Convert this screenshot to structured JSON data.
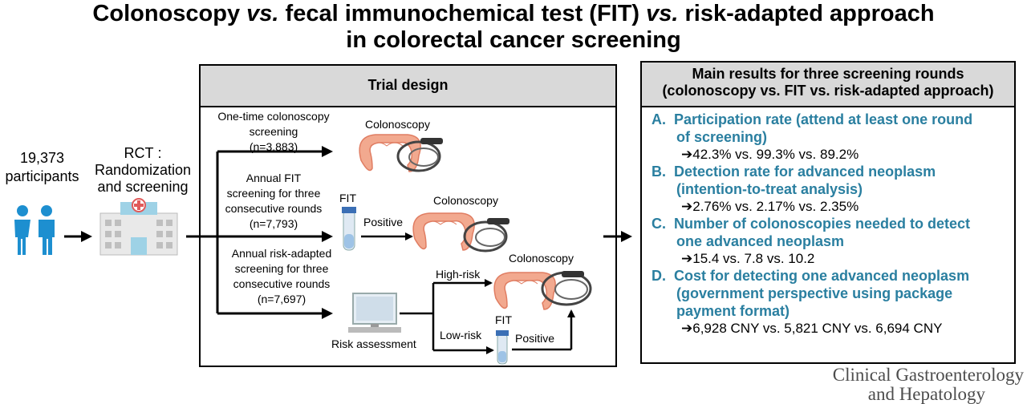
{
  "title": {
    "line1": "Colonoscopy vs. fecal immunochemical test (FIT) vs. risk-adapted approach",
    "line1_parts": [
      "Colonoscopy ",
      "vs.",
      " fecal immunochemical test (FIT) ",
      "vs.",
      " risk-adapted approach"
    ],
    "line2": "in colorectal cancer screening"
  },
  "left": {
    "participants_count": "19,373",
    "participants_label": "participants",
    "rct_lines": [
      "RCT :",
      "Randomization",
      "and screening"
    ],
    "people_icon": "people-icon",
    "hospital_icon": "hospital-icon"
  },
  "trial_design": {
    "header": "Trial design",
    "arm1": {
      "lines": [
        "One-time colonoscopy",
        "screening",
        "(n=3,883)"
      ],
      "procedure": "Colonoscopy"
    },
    "arm2": {
      "lines": [
        "Annual FIT",
        "screening for three",
        "consecutive rounds",
        "(n=7,793)"
      ],
      "test": "FIT",
      "result": "Positive",
      "procedure": "Colonoscopy"
    },
    "arm3": {
      "lines": [
        "Annual risk-adapted",
        "screening for three",
        "consecutive rounds",
        "(n=7,697)"
      ],
      "assessment": "Risk assessment",
      "high_branch": "High-risk",
      "low_branch": "Low-risk",
      "test": "FIT",
      "result": "Positive",
      "procedure": "Colonoscopy"
    }
  },
  "results": {
    "header_lines": [
      "Main results for three screening rounds",
      "(colonoscopy vs. FIT vs. risk-adapted approach)"
    ],
    "items": [
      {
        "head_lines": [
          "A.  Participation rate (attend at least one round",
          "of screening)"
        ],
        "value": "➔42.3% vs. 99.3% vs. 89.2%"
      },
      {
        "head_lines": [
          "B.  Detection rate for advanced neoplasm",
          "(intention-to-treat analysis)"
        ],
        "value": "➔2.76% vs. 2.17% vs. 2.35%"
      },
      {
        "head_lines": [
          "C.  Number of colonoscopies needed to detect",
          "one advanced neoplasm"
        ],
        "value": "➔15.4 vs. 7.8 vs. 10.2"
      },
      {
        "head_lines": [
          "D.  Cost for detecting one advanced neoplasm",
          "(government perspective using package",
          "payment format)"
        ],
        "value": "➔6,928 CNY vs. 5,821 CNY vs. 6,694 CNY"
      }
    ]
  },
  "journal": {
    "lines": [
      "Clinical Gastroenterology",
      "and Hepatology"
    ]
  },
  "colors": {
    "accent_teal": "#2a7fa0",
    "panel_header": "#d9d9d9",
    "colon_pink": "#f2a98f",
    "people_blue": "#1d8fd0"
  }
}
